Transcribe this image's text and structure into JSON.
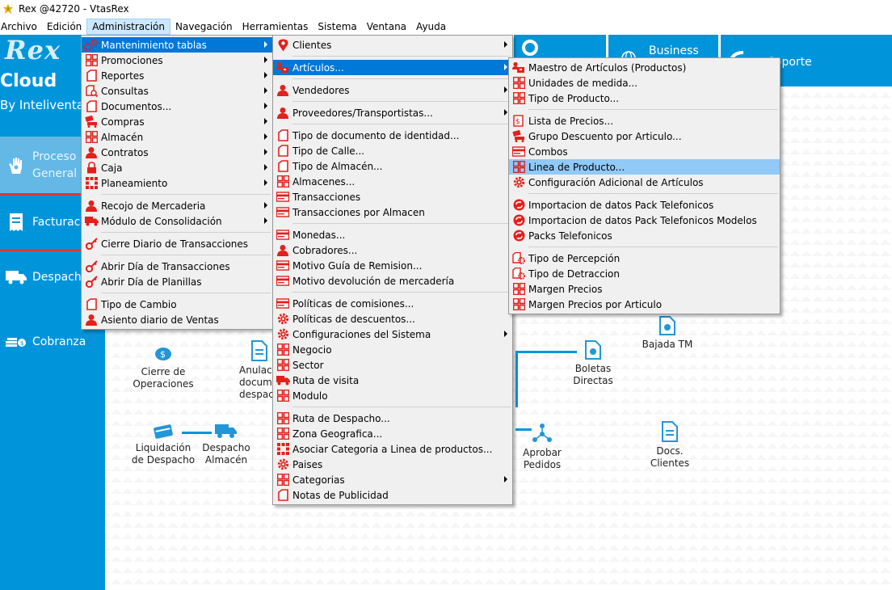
{
  "window": {
    "title": "Rex @42720 - VtasRex"
  },
  "menubar": [
    "Archivo",
    "Edición",
    "Administración",
    "Navegación",
    "Herramientas",
    "Sistema",
    "Ventana",
    "Ayuda"
  ],
  "sidebar": {
    "brand_rex": "Rex",
    "brand_cloud": "Cloud",
    "brand_by": "By Inteliventa",
    "items": [
      {
        "label": "Proceso General"
      },
      {
        "label": "Facturación"
      },
      {
        "label": "Despacho"
      },
      {
        "label": "Cobranza"
      }
    ]
  },
  "tiles": {
    "business": "Business",
    "soporte": "Soporte"
  },
  "diagram": {
    "nodes": [
      {
        "label": "Cierre de Operaciones"
      },
      {
        "label": "Anulación documentos despachados"
      },
      {
        "label": "Liquidación de Despacho"
      },
      {
        "label": "Despacho Almacén"
      },
      {
        "label": "Boletas Directas"
      },
      {
        "label": "Bajada TM"
      },
      {
        "label": "Aprobar Pedidos"
      },
      {
        "label": "Docs. Clientes"
      }
    ]
  },
  "menu_admin": [
    {
      "label": "Mantenimiento  tablas",
      "sub": true,
      "state": "selected",
      "icon": "gears-icon"
    },
    {
      "label": "Promociones",
      "sub": true,
      "icon": "grid-icon"
    },
    {
      "label": "Reportes",
      "sub": true,
      "icon": "document-icon"
    },
    {
      "label": "Consultas",
      "sub": true,
      "icon": "search-doc-icon"
    },
    {
      "label": "Documentos...",
      "sub": true,
      "icon": "document-icon"
    },
    {
      "label": "Compras",
      "sub": true,
      "icon": "cart-icon"
    },
    {
      "label": "Almacén",
      "sub": true,
      "icon": "grid-icon"
    },
    {
      "label": "Contratos",
      "sub": true,
      "icon": "person-icon"
    },
    {
      "label": "Caja",
      "sub": true,
      "icon": "lock-icon"
    },
    {
      "label": "Planeamiento",
      "sub": true,
      "icon": "dots-grid-icon"
    },
    {
      "sep": true
    },
    {
      "label": "Recojo de Mercaderia",
      "sub": true,
      "icon": "person-icon"
    },
    {
      "label": "Módulo de Consolidación",
      "sub": true,
      "icon": "truck-icon"
    },
    {
      "sep": true
    },
    {
      "label": "Cierre Diario de Transacciones",
      "icon": "key-icon"
    },
    {
      "sep": true
    },
    {
      "label": "Abrir Día de Transacciones",
      "icon": "key-icon"
    },
    {
      "label": "Abrir Día de Planillas",
      "icon": "key-icon"
    },
    {
      "sep": true
    },
    {
      "label": "Tipo de Cambio",
      "icon": "document-icon"
    },
    {
      "label": "Asiento diario de Ventas",
      "icon": "person-icon"
    }
  ],
  "menu_mant": [
    {
      "label": "Clientes",
      "sub": true,
      "icon": "pin-icon"
    },
    {
      "sep": true
    },
    {
      "label": "Artículos...",
      "sub": true,
      "state": "selected",
      "icon": "person-box-icon"
    },
    {
      "sep": true
    },
    {
      "label": "Vendedores",
      "sub": true,
      "icon": "person-icon"
    },
    {
      "sep": true
    },
    {
      "label": "Proveedores/Transportistas...",
      "sub": true,
      "icon": "person-icon"
    },
    {
      "sep": true
    },
    {
      "label": "Tipo de documento de identidad...",
      "icon": "document-icon"
    },
    {
      "label": "Tipo de Calle...",
      "icon": "document-icon"
    },
    {
      "label": "Tipo de Almacén...",
      "icon": "document-icon"
    },
    {
      "label": "Almacenes...",
      "icon": "grid-icon"
    },
    {
      "label": "Transacciones",
      "icon": "card-icon"
    },
    {
      "label": "Transacciones por Almacen",
      "icon": "card-icon"
    },
    {
      "sep": true
    },
    {
      "label": "Monedas...",
      "icon": "card-icon"
    },
    {
      "label": "Cobradores...",
      "icon": "person-icon"
    },
    {
      "label": "Motivo Guía de Remision...",
      "icon": "card-icon"
    },
    {
      "label": "Motivo  devolución de mercadería",
      "icon": "card-icon"
    },
    {
      "sep": true
    },
    {
      "label": "Políticas de comisiones...",
      "icon": "card-icon"
    },
    {
      "label": "Políticas de descuentos...",
      "icon": "gear-icon"
    },
    {
      "label": "Configuraciones del Sistema",
      "sub": true,
      "icon": "gear-icon"
    },
    {
      "label": "Negocio",
      "icon": "grid-icon"
    },
    {
      "label": "Sector",
      "icon": "grid-icon"
    },
    {
      "label": "Ruta de visita",
      "icon": "truck-icon"
    },
    {
      "label": "Modulo",
      "icon": "grid-icon"
    },
    {
      "sep": true
    },
    {
      "label": "Ruta de Despacho...",
      "icon": "grid-icon"
    },
    {
      "label": "Zona Geografica...",
      "icon": "grid-icon"
    },
    {
      "label": "Asociar Categoria a Linea de productos...",
      "icon": "dots-grid-icon"
    },
    {
      "label": "Paises",
      "icon": "gear-icon"
    },
    {
      "label": "Categorias",
      "sub": true,
      "icon": "grid-icon"
    },
    {
      "label": "Notas de Publicidad",
      "icon": "document-icon"
    }
  ],
  "menu_articulos": [
    {
      "label": "Maestro de Artículos (Productos)",
      "icon": "person-box-icon"
    },
    {
      "label": "Unidades de medida...",
      "icon": "grid-icon"
    },
    {
      "label": "Tipo de Producto...",
      "icon": "grid-icon"
    },
    {
      "sep": true
    },
    {
      "label": "Lista de Precios...",
      "icon": "price-list-icon"
    },
    {
      "label": "Grupo Descuento por Articulo...",
      "icon": "cart-icon"
    },
    {
      "label": "Combos",
      "icon": "card-icon"
    },
    {
      "label": "Linea de Producto...",
      "state": "highlight",
      "icon": "grid-icon"
    },
    {
      "label": "Configuración Adicional de Artículos",
      "icon": "gear-icon"
    },
    {
      "sep": true
    },
    {
      "label": "Importacion de datos Pack Telefonicos",
      "icon": "sync-icon"
    },
    {
      "label": "Importacion de datos Pack Telefonicos Modelos",
      "icon": "sync-icon"
    },
    {
      "label": "Packs Telefonicos",
      "icon": "sync-icon"
    },
    {
      "sep": true
    },
    {
      "label": "Tipo de Percepción",
      "icon": "doc-gear-icon"
    },
    {
      "label": "Tipo de Detraccion",
      "icon": "doc-gear-icon"
    },
    {
      "label": "Margen Precios",
      "icon": "grid-icon"
    },
    {
      "label": "Margen Precios por Articulo",
      "icon": "grid-icon"
    }
  ]
}
